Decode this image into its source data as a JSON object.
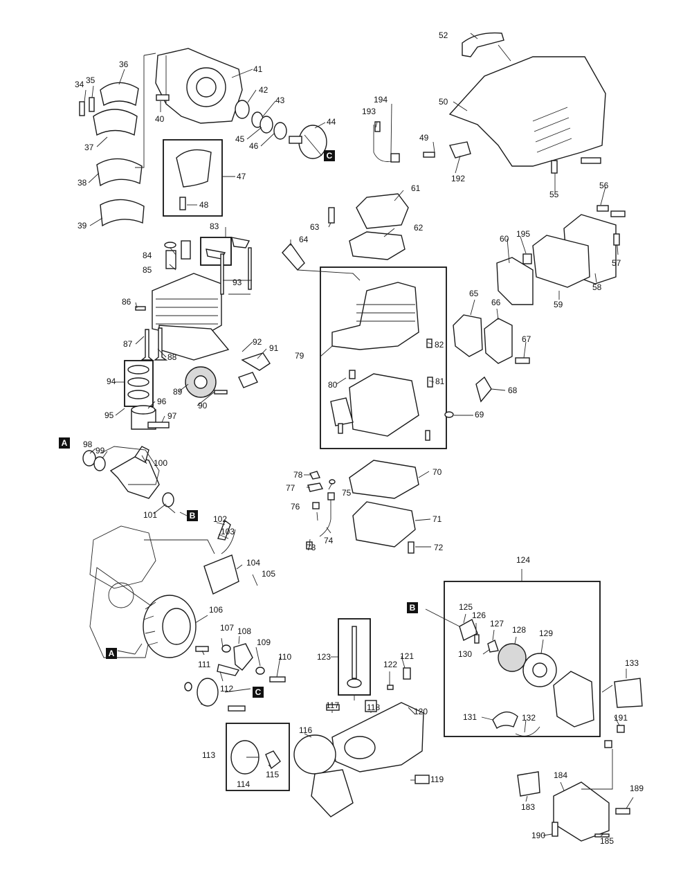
{
  "diagram": {
    "callouts": [
      {
        "id": "34",
        "label": "34"
      },
      {
        "id": "35",
        "label": "35"
      },
      {
        "id": "36",
        "label": "36"
      },
      {
        "id": "37",
        "label": "37"
      },
      {
        "id": "38",
        "label": "38"
      },
      {
        "id": "39",
        "label": "39"
      },
      {
        "id": "40",
        "label": "40"
      },
      {
        "id": "41",
        "label": "41"
      },
      {
        "id": "42",
        "label": "42"
      },
      {
        "id": "43",
        "label": "43"
      },
      {
        "id": "44",
        "label": "44"
      },
      {
        "id": "45",
        "label": "45"
      },
      {
        "id": "46",
        "label": "46"
      },
      {
        "id": "47",
        "label": "47"
      },
      {
        "id": "48",
        "label": "48"
      },
      {
        "id": "49",
        "label": "49"
      },
      {
        "id": "50",
        "label": "50"
      },
      {
        "id": "52",
        "label": "52"
      },
      {
        "id": "55",
        "label": "55"
      },
      {
        "id": "56",
        "label": "56"
      },
      {
        "id": "57",
        "label": "57"
      },
      {
        "id": "58",
        "label": "58"
      },
      {
        "id": "59",
        "label": "59"
      },
      {
        "id": "60",
        "label": "60"
      },
      {
        "id": "61",
        "label": "61"
      },
      {
        "id": "62",
        "label": "62"
      },
      {
        "id": "63",
        "label": "63"
      },
      {
        "id": "64",
        "label": "64"
      },
      {
        "id": "65",
        "label": "65"
      },
      {
        "id": "66",
        "label": "66"
      },
      {
        "id": "67",
        "label": "67"
      },
      {
        "id": "68",
        "label": "68"
      },
      {
        "id": "69",
        "label": "69"
      },
      {
        "id": "70",
        "label": "70"
      },
      {
        "id": "71",
        "label": "71"
      },
      {
        "id": "72",
        "label": "72"
      },
      {
        "id": "73",
        "label": "73"
      },
      {
        "id": "74",
        "label": "74"
      },
      {
        "id": "75",
        "label": "75"
      },
      {
        "id": "76",
        "label": "76"
      },
      {
        "id": "77",
        "label": "77"
      },
      {
        "id": "78",
        "label": "78"
      },
      {
        "id": "79",
        "label": "79"
      },
      {
        "id": "80",
        "label": "80"
      },
      {
        "id": "81",
        "label": "81"
      },
      {
        "id": "82",
        "label": "82"
      },
      {
        "id": "83",
        "label": "83"
      },
      {
        "id": "84",
        "label": "84"
      },
      {
        "id": "85",
        "label": "85"
      },
      {
        "id": "86",
        "label": "86"
      },
      {
        "id": "87",
        "label": "87"
      },
      {
        "id": "88",
        "label": "88"
      },
      {
        "id": "89",
        "label": "89"
      },
      {
        "id": "90",
        "label": "90"
      },
      {
        "id": "91",
        "label": "91"
      },
      {
        "id": "92",
        "label": "92"
      },
      {
        "id": "93",
        "label": "93"
      },
      {
        "id": "94",
        "label": "94"
      },
      {
        "id": "95",
        "label": "95"
      },
      {
        "id": "96",
        "label": "96"
      },
      {
        "id": "97",
        "label": "97"
      },
      {
        "id": "98",
        "label": "98"
      },
      {
        "id": "99",
        "label": "99"
      },
      {
        "id": "100",
        "label": "100"
      },
      {
        "id": "101",
        "label": "101"
      },
      {
        "id": "102",
        "label": "102"
      },
      {
        "id": "103",
        "label": "103"
      },
      {
        "id": "104",
        "label": "104"
      },
      {
        "id": "105",
        "label": "105"
      },
      {
        "id": "106",
        "label": "106"
      },
      {
        "id": "107",
        "label": "107"
      },
      {
        "id": "108",
        "label": "108"
      },
      {
        "id": "109",
        "label": "109"
      },
      {
        "id": "110",
        "label": "110"
      },
      {
        "id": "111",
        "label": "111"
      },
      {
        "id": "112",
        "label": "112"
      },
      {
        "id": "113",
        "label": "113"
      },
      {
        "id": "114",
        "label": "114"
      },
      {
        "id": "115",
        "label": "115"
      },
      {
        "id": "116",
        "label": "116"
      },
      {
        "id": "117",
        "label": "117"
      },
      {
        "id": "118",
        "label": "118"
      },
      {
        "id": "119",
        "label": "119"
      },
      {
        "id": "120",
        "label": "120"
      },
      {
        "id": "121",
        "label": "121"
      },
      {
        "id": "122",
        "label": "122"
      },
      {
        "id": "123",
        "label": "123"
      },
      {
        "id": "124",
        "label": "124"
      },
      {
        "id": "125",
        "label": "125"
      },
      {
        "id": "126",
        "label": "126"
      },
      {
        "id": "127",
        "label": "127"
      },
      {
        "id": "128",
        "label": "128"
      },
      {
        "id": "129",
        "label": "129"
      },
      {
        "id": "130",
        "label": "130"
      },
      {
        "id": "131",
        "label": "131"
      },
      {
        "id": "132",
        "label": "132"
      },
      {
        "id": "133",
        "label": "133"
      },
      {
        "id": "183",
        "label": "183"
      },
      {
        "id": "184",
        "label": "184"
      },
      {
        "id": "185",
        "label": "185"
      },
      {
        "id": "189",
        "label": "189"
      },
      {
        "id": "190",
        "label": "190"
      },
      {
        "id": "191",
        "label": "191"
      },
      {
        "id": "192",
        "label": "192"
      },
      {
        "id": "193",
        "label": "193"
      },
      {
        "id": "194",
        "label": "194"
      },
      {
        "id": "195",
        "label": "195"
      }
    ],
    "references": [
      {
        "id": "ref-c-1",
        "label": "C"
      },
      {
        "id": "ref-a-1",
        "label": "A"
      },
      {
        "id": "ref-b-1",
        "label": "B"
      },
      {
        "id": "ref-a-2",
        "label": "A"
      },
      {
        "id": "ref-c-2",
        "label": "C"
      },
      {
        "id": "ref-b-2",
        "label": "B"
      }
    ]
  }
}
